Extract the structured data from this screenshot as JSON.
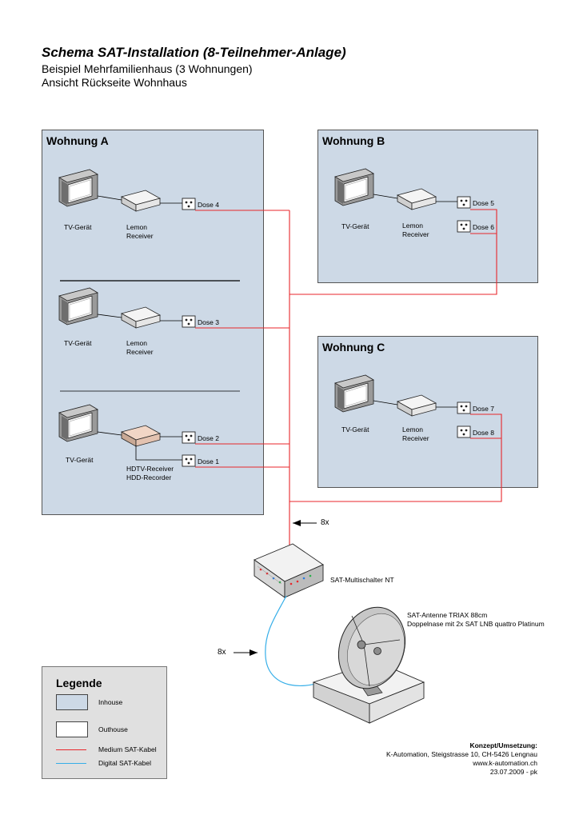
{
  "header": {
    "title": "Schema SAT-Installation (8-Teilnehmer-Anlage)",
    "subtitle1": "Beispiel Mehrfamilienhaus (3 Wohnungen)",
    "subtitle2": "Ansicht Rückseite Wohnhaus"
  },
  "zones": {
    "a": {
      "title": "Wohnung A"
    },
    "b": {
      "title": "Wohnung B"
    },
    "c": {
      "title": "Wohnung C"
    }
  },
  "labels": {
    "tv": "TV-Gerät",
    "receiver_line1": "Lemon",
    "receiver_line2": "Receiver",
    "hdtv_line1": "HDTV-Receiver",
    "hdtv_line2": "HDD-Recorder",
    "dose1": "Dose 1",
    "dose2": "Dose 2",
    "dose3": "Dose 3",
    "dose4": "Dose 4",
    "dose5": "Dose 5",
    "dose6": "Dose 6",
    "dose7": "Dose 7",
    "dose8": "Dose 8",
    "count_top": "8x",
    "count_bottom": "8x",
    "multiswitch": "SAT-Multischalter NT",
    "antenna_line1": "SAT-Antenne TRIAX 88cm",
    "antenna_line2": "Doppelnase mit 2x SAT LNB quattro Platinum"
  },
  "legend": {
    "title": "Legende",
    "inhouse": "Inhouse",
    "outhouse": "Outhouse",
    "medium": "Medium SAT-Kabel",
    "digital": "Digital SAT-Kabel"
  },
  "footer": {
    "heading": "Konzept/Umsetzung:",
    "line1": "K-Automation, Steigstrasse 10, CH-5426 Lengnau",
    "line2": "www.k-automation.ch",
    "line3": "23.07.2009 - pk"
  },
  "colors": {
    "inhouse": "#cdd9e6",
    "outhouse": "#ffffff",
    "medium_cable": "#e8262b",
    "digital_cable": "#35aee8"
  },
  "icons": [
    "tv-icon",
    "receiver-icon",
    "socket-icon",
    "multiswitch-icon",
    "satellite-dish-icon",
    "arrow-icon"
  ]
}
